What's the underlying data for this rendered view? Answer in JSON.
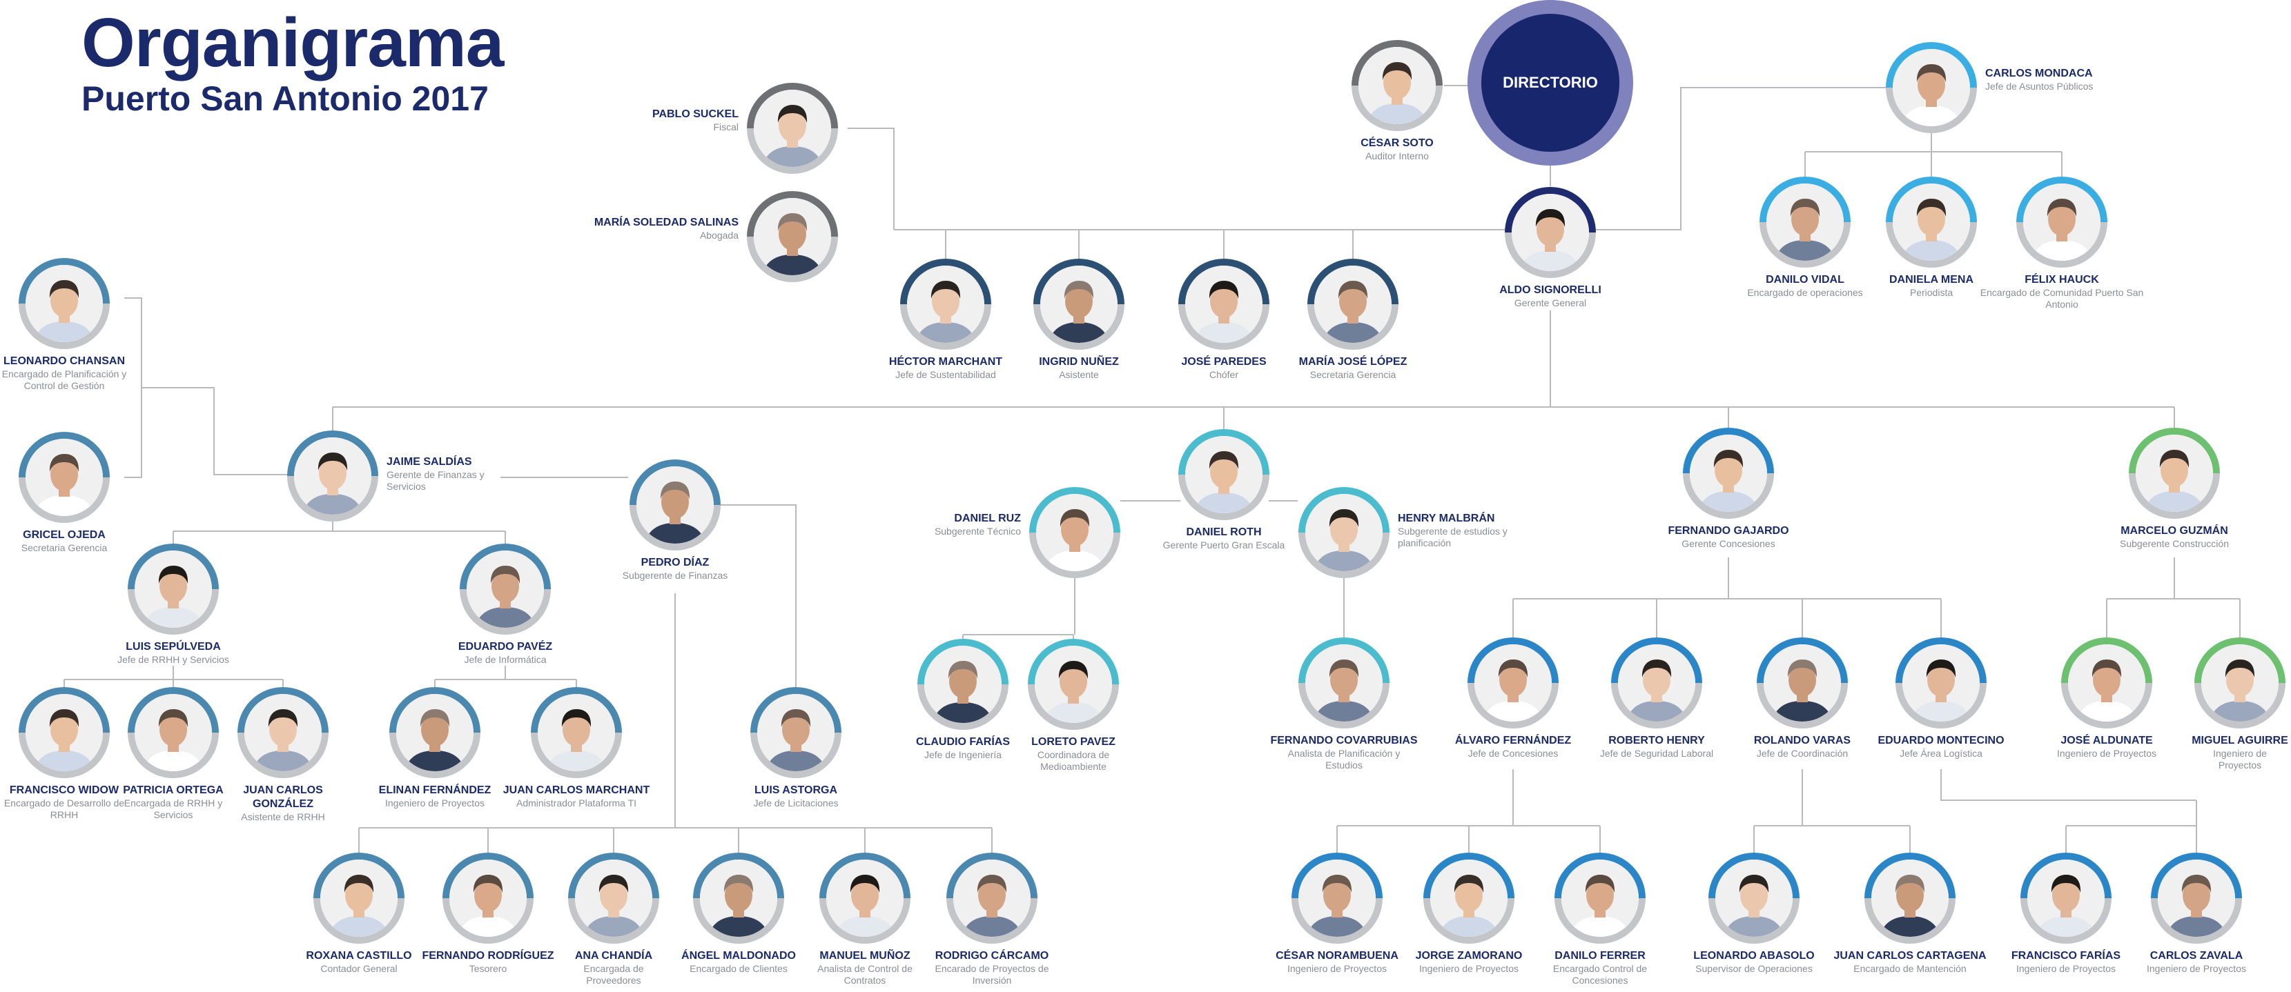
{
  "title": "Organigrama",
  "subtitle": "Puerto San Antonio 2017",
  "directorio_label": "DIRECTORIO",
  "colors": {
    "navy": "#1b2a6b",
    "dark_navy_ring": "#1e2b6e",
    "gray_ring": "#6e7073",
    "slate_ring": "#2c5073",
    "steel_ring": "#4a88b0",
    "teal_ring": "#4bbccd",
    "sky_ring": "#3aaee3",
    "blue_ring": "#2b86c8",
    "green_ring": "#6cc070",
    "directorio_outer": "#7f82bd",
    "directorio_inner": "#18266e",
    "line": "#b8babd"
  },
  "people": [
    {
      "id": "cesar_soto",
      "name": "CÉSAR SOTO",
      "role": "Auditor Interno",
      "ring": "gray_ring"
    },
    {
      "id": "carlos_mondaca",
      "name": "CARLOS MONDACA",
      "role": "Jefe de Asuntos Públicos",
      "ring": "sky_ring"
    },
    {
      "id": "pablo_suckel",
      "name": "PABLO SUCKEL",
      "role": "Fiscal",
      "ring": "gray_ring"
    },
    {
      "id": "maria_soledad_salinas",
      "name": "MARÍA SOLEDAD SALINAS",
      "role": "Abogada",
      "ring": "gray_ring"
    },
    {
      "id": "aldo_signorelli",
      "name": "ALDO SIGNORELLI",
      "role": "Gerente General",
      "ring": "dark_navy_ring"
    },
    {
      "id": "danilo_vidal",
      "name": "DANILO VIDAL",
      "role": "Encargado de operaciones",
      "ring": "sky_ring"
    },
    {
      "id": "daniela_mena",
      "name": "DANIELA MENA",
      "role": "Periodista",
      "ring": "sky_ring"
    },
    {
      "id": "felix_hauck",
      "name": "FÉLIX HAUCK",
      "role": "Encargado de Comunidad Puerto San Antonio",
      "ring": "sky_ring"
    },
    {
      "id": "hector_marchant",
      "name": "HÉCTOR MARCHANT",
      "role": "Jefe de Sustentabilidad",
      "ring": "slate_ring"
    },
    {
      "id": "ingrid_nunez",
      "name": "INGRID NUÑEZ",
      "role": "Asistente",
      "ring": "slate_ring"
    },
    {
      "id": "jose_paredes",
      "name": "JOSÉ PAREDES",
      "role": "Chófer",
      "ring": "slate_ring"
    },
    {
      "id": "maria_jose_lopez",
      "name": "MARÍA JOSÉ LÓPEZ",
      "role": "Secretaria Gerencia",
      "ring": "slate_ring"
    },
    {
      "id": "leonardo_chansan",
      "name": "LEONARDO CHANSAN",
      "role": "Encargado de Planificación y Control de Gestión",
      "ring": "steel_ring"
    },
    {
      "id": "gricel_ojeda",
      "name": "GRICEL OJEDA",
      "role": "Secretaria Gerencia",
      "ring": "steel_ring"
    },
    {
      "id": "jaime_saldias",
      "name": "JAIME SALDÍAS",
      "role": "Gerente de Finanzas y Servicios",
      "ring": "steel_ring"
    },
    {
      "id": "pedro_diaz",
      "name": "PEDRO DÍAZ",
      "role": "Subgerente de Finanzas",
      "ring": "steel_ring"
    },
    {
      "id": "luis_sepulveda",
      "name": "LUIS SEPÚLVEDA",
      "role": "Jefe de RRHH y Servicios",
      "ring": "steel_ring"
    },
    {
      "id": "eduardo_pavez",
      "name": "EDUARDO PAVÉZ",
      "role": "Jefe de Informática",
      "ring": "steel_ring"
    },
    {
      "id": "francisco_widow",
      "name": "FRANCISCO WIDOW",
      "role": "Encargado de Desarrollo de RRHH",
      "ring": "steel_ring"
    },
    {
      "id": "patricia_ortega",
      "name": "PATRICIA ORTEGA",
      "role": "Encargada de RRHH y Servicios",
      "ring": "steel_ring"
    },
    {
      "id": "juan_carlos_gonzalez",
      "name": "JUAN CARLOS GONZÁLEZ",
      "role": "Asistente de RRHH",
      "ring": "steel_ring"
    },
    {
      "id": "elinan_fernandez",
      "name": "ELINAN FERNÁNDEZ",
      "role": "Ingeniero de Proyectos",
      "ring": "steel_ring"
    },
    {
      "id": "juan_carlos_marchant",
      "name": "JUAN CARLOS MARCHANT",
      "role": "Administrador Plataforma TI",
      "ring": "steel_ring"
    },
    {
      "id": "luis_astorga",
      "name": "LUIS ASTORGA",
      "role": "Jefe de Licitaciones",
      "ring": "steel_ring"
    },
    {
      "id": "roxana_castillo",
      "name": "ROXANA CASTILLO",
      "role": "Contador General",
      "ring": "steel_ring"
    },
    {
      "id": "fernando_rodriguez",
      "name": "FERNANDO RODRÍGUEZ",
      "role": "Tesorero",
      "ring": "steel_ring"
    },
    {
      "id": "ana_chandia",
      "name": "ANA CHANDÍA",
      "role": "Encargada de Proveedores",
      "ring": "steel_ring"
    },
    {
      "id": "angel_maldonado",
      "name": "ÁNGEL MALDONADO",
      "role": "Encargado de Clientes",
      "ring": "steel_ring"
    },
    {
      "id": "manuel_munoz",
      "name": "MANUEL MUÑOZ",
      "role": "Analista de Control de Contratos",
      "ring": "steel_ring"
    },
    {
      "id": "rodrigo_carcamo",
      "name": "RODRIGO CÁRCAMO",
      "role": "Encarado de Proyectos de Inversión",
      "ring": "steel_ring"
    },
    {
      "id": "daniel_roth",
      "name": "DANIEL ROTH",
      "role": "Gerente Puerto Gran Escala",
      "ring": "teal_ring"
    },
    {
      "id": "daniel_ruz",
      "name": "DANIEL RUZ",
      "role": "Subgerente Técnico",
      "ring": "teal_ring"
    },
    {
      "id": "henry_malbran",
      "name": "HENRY MALBRÁN",
      "role": "Subgerente de estudios y planificación",
      "ring": "teal_ring"
    },
    {
      "id": "claudio_farias",
      "name": "CLAUDIO FARÍAS",
      "role": "Jefe de Ingeniería",
      "ring": "teal_ring"
    },
    {
      "id": "loreto_pavez",
      "name": "LORETO PAVEZ",
      "role": "Coordinadora de Medioambiente",
      "ring": "teal_ring"
    },
    {
      "id": "fernando_covarrubias",
      "name": "FERNANDO COVARRUBIAS",
      "role": "Analista de Planificación y Estudios",
      "ring": "teal_ring"
    },
    {
      "id": "fernando_gajardo",
      "name": "FERNANDO GAJARDO",
      "role": "Gerente Concesiones",
      "ring": "blue_ring"
    },
    {
      "id": "alvaro_fernandez",
      "name": "ÁLVARO FERNÁNDEZ",
      "role": "Jefe de Concesiones",
      "ring": "blue_ring"
    },
    {
      "id": "roberto_henry",
      "name": "ROBERTO HENRY",
      "role": "Jefe de Seguridad Laboral",
      "ring": "blue_ring"
    },
    {
      "id": "rolando_varas",
      "name": "ROLANDO VARAS",
      "role": "Jefe de Coordinación",
      "ring": "blue_ring"
    },
    {
      "id": "eduardo_montecino",
      "name": "EDUARDO MONTECINO",
      "role": "Jefe Área Logística",
      "ring": "blue_ring"
    },
    {
      "id": "cesar_norambuena",
      "name": "CÉSAR NORAMBUENA",
      "role": "Ingeniero de Proyectos",
      "ring": "blue_ring"
    },
    {
      "id": "jorge_zamorano",
      "name": "JORGE ZAMORANO",
      "role": "Ingeniero de Proyectos",
      "ring": "blue_ring"
    },
    {
      "id": "danilo_ferrer",
      "name": "DANILO FERRER",
      "role": "Encargado Control de Concesiones",
      "ring": "blue_ring"
    },
    {
      "id": "leonardo_abasolo",
      "name": "LEONARDO ABASOLO",
      "role": "Supervisor de Operaciones",
      "ring": "blue_ring"
    },
    {
      "id": "juan_carlos_cartagena",
      "name": "JUAN CARLOS CARTAGENA",
      "role": "Encargado de Mantención",
      "ring": "blue_ring"
    },
    {
      "id": "francisco_farias",
      "name": "FRANCISCO FARÍAS",
      "role": "Ingeniero de Proyectos",
      "ring": "blue_ring"
    },
    {
      "id": "carlos_zavala",
      "name": "CARLOS ZAVALA",
      "role": "Ingeniero de Proyectos",
      "ring": "blue_ring"
    },
    {
      "id": "marcelo_guzman",
      "name": "MARCELO GUZMÁN",
      "role": "Subgerente Construcción",
      "ring": "green_ring"
    },
    {
      "id": "jose_aldunate",
      "name": "JOSÉ ALDUNATE",
      "role": "Ingeniero de Proyectos",
      "ring": "green_ring"
    },
    {
      "id": "miguel_aguirre",
      "name": "MIGUEL AGUIRRE",
      "role": "Ingeniero de Proyectos",
      "ring": "green_ring"
    }
  ]
}
